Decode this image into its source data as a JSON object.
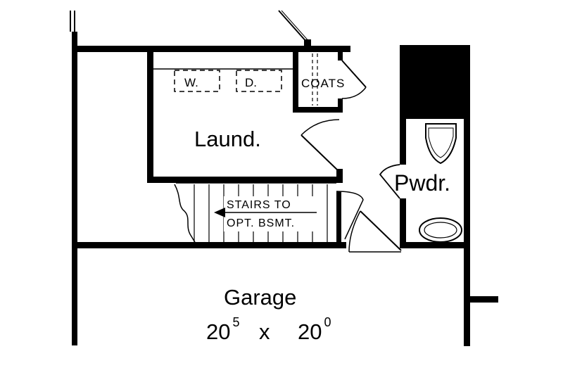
{
  "rooms": {
    "laundry": "Laund.",
    "powder": "Pwdr.",
    "coats": "COATS",
    "washer": "W.",
    "dryer": "D.",
    "garage": "Garage"
  },
  "stairs": {
    "line1": "STAIRS TO",
    "line2": "OPT. BSMT."
  },
  "garage_dims": {
    "width_ft": "20",
    "width_in": "5",
    "times": "x",
    "length_ft": "20",
    "length_in": "0"
  }
}
